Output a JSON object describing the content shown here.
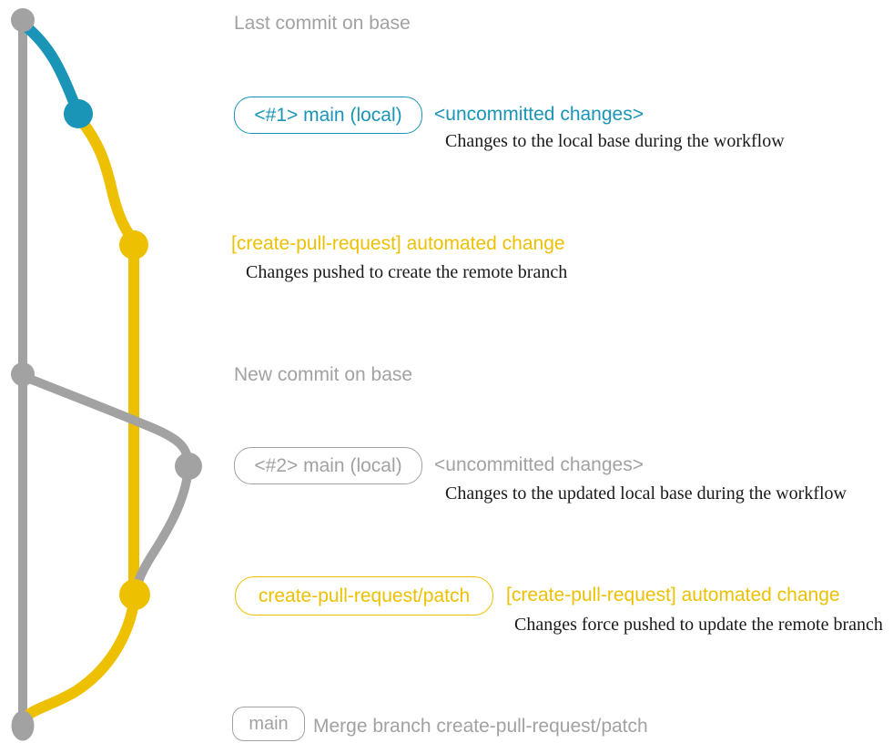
{
  "colors": {
    "gray": "#a2a2a2",
    "blue": "#1a95b7",
    "yellow": "#eec002",
    "desc": "#1a1a1a",
    "background": "#ffffff"
  },
  "graph": {
    "type": "git-branch-diagram",
    "branches": [
      "base (main)",
      "main (local)",
      "create-pull-request/patch"
    ],
    "commits": [
      {
        "id": "last-commit-on-base",
        "branch": "base",
        "color": "gray"
      },
      {
        "id": "uncommitted-1",
        "branch": "main-local",
        "color": "blue"
      },
      {
        "id": "automated-change-1",
        "branch": "create-pull-request/patch",
        "color": "yellow"
      },
      {
        "id": "new-commit-on-base",
        "branch": "base",
        "color": "gray"
      },
      {
        "id": "uncommitted-2",
        "branch": "main-local",
        "color": "gray"
      },
      {
        "id": "automated-change-2",
        "branch": "create-pull-request/patch",
        "color": "yellow"
      },
      {
        "id": "merge-commit",
        "branch": "base",
        "color": "gray"
      }
    ]
  },
  "annotations": {
    "last_commit": "Last commit on base",
    "row1": {
      "badge": "<#1> main (local)",
      "tag": "<uncommitted changes>",
      "desc": "Changes to the local base during the workflow"
    },
    "row2": {
      "tag": "[create-pull-request] automated change",
      "desc": "Changes pushed to create the remote branch"
    },
    "new_commit": "New commit on base",
    "row3": {
      "badge": "<#2> main (local)",
      "tag": "<uncommitted changes>",
      "desc": "Changes to the updated local base during the workflow"
    },
    "row4": {
      "badge": "create-pull-request/patch",
      "tag": "[create-pull-request] automated change",
      "desc": "Changes force pushed to update the remote branch"
    },
    "row5": {
      "badge": "main",
      "desc": "Merge branch create-pull-request/patch"
    }
  }
}
